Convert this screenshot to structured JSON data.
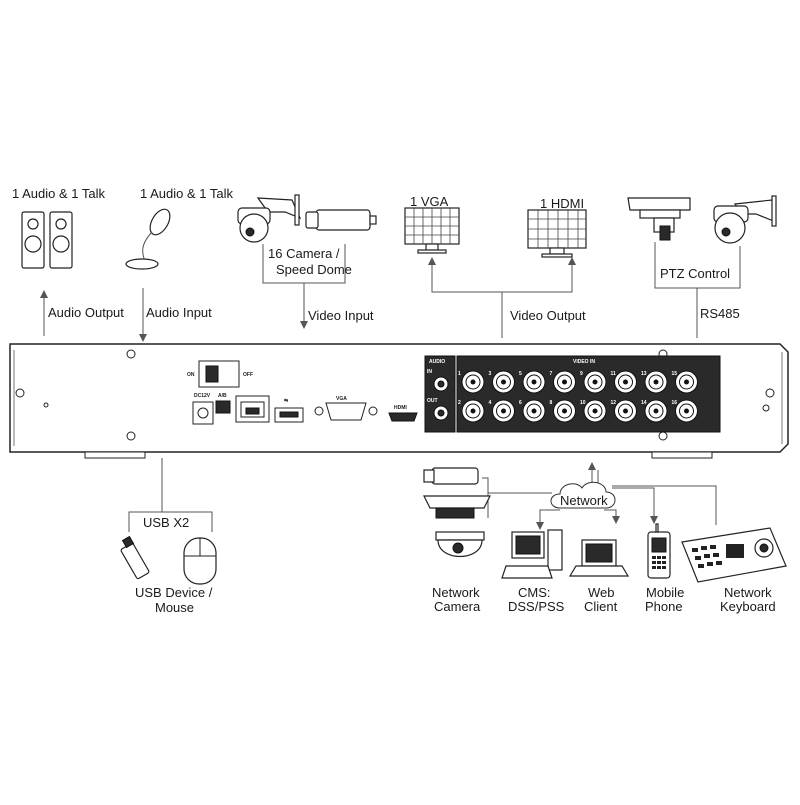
{
  "labels": {
    "audio_talk_left": "1 Audio  & 1 Talk",
    "audio_talk_right": "1 Audio & 1 Talk",
    "camera_line1": "16  Camera /",
    "camera_line2": "Speed Dome",
    "vga": "1 VGA",
    "hdmi": "1 HDMI",
    "ptz": "PTZ Control",
    "audio_output": "Audio  Output",
    "audio_input": "Audio  Input",
    "video_input": "Video Input",
    "video_output": "Video Output",
    "rs485": "RS485",
    "usb_x2": "USB X2",
    "usb_device_line1": "USB Device /",
    "usb_device_line2": "Mouse",
    "network": "Network",
    "network_camera_line1": "Network",
    "network_camera_line2": "Camera",
    "cms_line1": "CMS:",
    "cms_line2": "DSS/PSS",
    "web_line1": "Web",
    "web_line2": "Client",
    "mobile_line1": "Mobile",
    "mobile_line2": "Phone",
    "keyboard_line1": "Network",
    "keyboard_line2": "Keyboard"
  },
  "panel": {
    "on": "ON",
    "off": "OFF",
    "power": "DC12V",
    "alarm": "A/B",
    "vga_port": "VGA",
    "hdmi_port": "HDMI",
    "audio_block": "AUDIO",
    "video_in_block": "VIDEO IN",
    "audio_in": "IN",
    "audio_out": "OUT",
    "bnc_top": [
      "1",
      "3",
      "5",
      "7",
      "9",
      "11",
      "13",
      "15"
    ],
    "bnc_bottom": [
      "2",
      "4",
      "6",
      "8",
      "10",
      "12",
      "14",
      "16"
    ]
  }
}
